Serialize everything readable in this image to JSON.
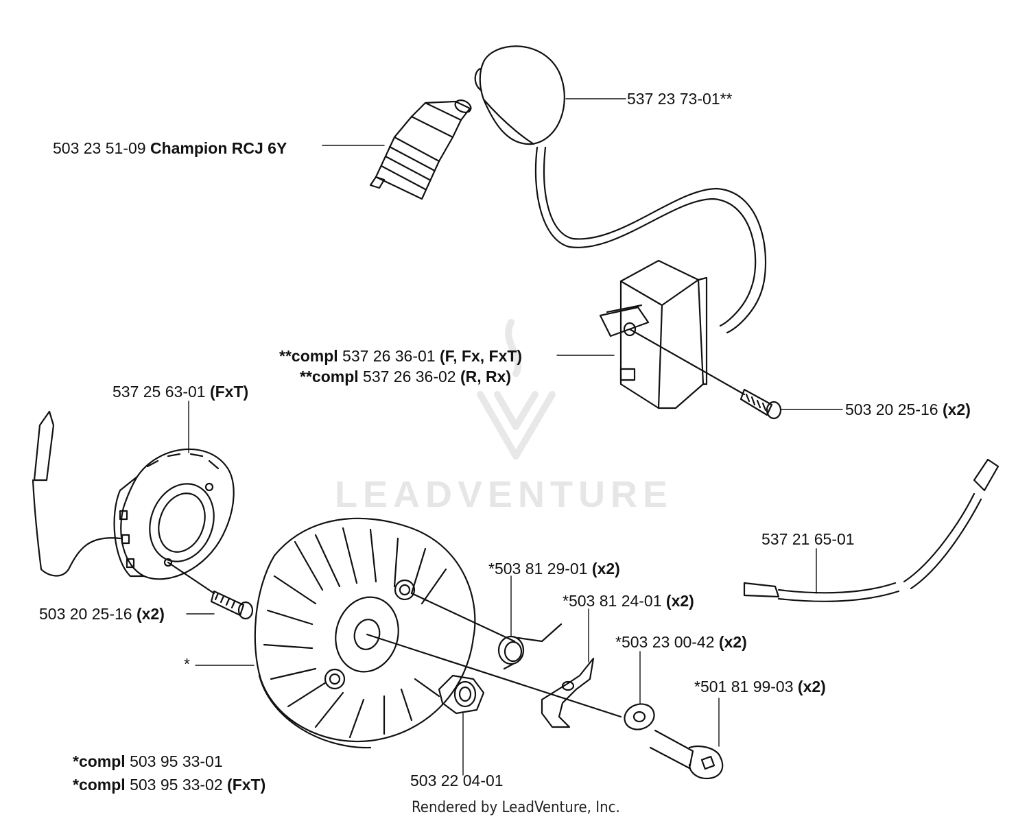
{
  "watermark": {
    "text": "LEADVENTURE"
  },
  "credit": "Rendered by LeadVenture, Inc.",
  "labels": {
    "spark_plug": {
      "num": "503 23 51-09 ",
      "bold": "Champion RCJ 6Y"
    },
    "plug_cap": {
      "num": "537 23 73-01**"
    },
    "module_1": {
      "pre": "**compl",
      "num": " 537 26 36-01 ",
      "bold": "(F, Fx, FxT)"
    },
    "module_2": {
      "pre": "**compl",
      "num": " 537 26 36-02 ",
      "bold": "(R, Rx)"
    },
    "module_screw": {
      "num": "503 20 25-16 ",
      "bold": "(x2)"
    },
    "sensor": {
      "num": "537 25 63-01 ",
      "bold": "(FxT)"
    },
    "sensor_screw": {
      "num": "503 20 25-16 ",
      "bold": "(x2)"
    },
    "flywheel_star": {
      "num": "*"
    },
    "cable": {
      "num": "537 21 65-01"
    },
    "spring": {
      "num": "*503 81 29-01 ",
      "bold": "(x2)"
    },
    "pawl": {
      "num": "*503 81 24-01 ",
      "bold": "(x2)"
    },
    "washer": {
      "num": "*503 23 00-42 ",
      "bold": "(x2)"
    },
    "pawl_screw": {
      "num": "*501 81 99-03 ",
      "bold": "(x2)"
    },
    "nut": {
      "num": "503 22 04-01"
    },
    "flywheel_1": {
      "pre": "*compl",
      "num": " 503 95 33-01"
    },
    "flywheel_2": {
      "pre": "*compl",
      "num": " 503 95 33-02 ",
      "bold": "(FxT)"
    }
  },
  "colors": {
    "line": "#111111",
    "watermark": "#e6e6e6"
  }
}
